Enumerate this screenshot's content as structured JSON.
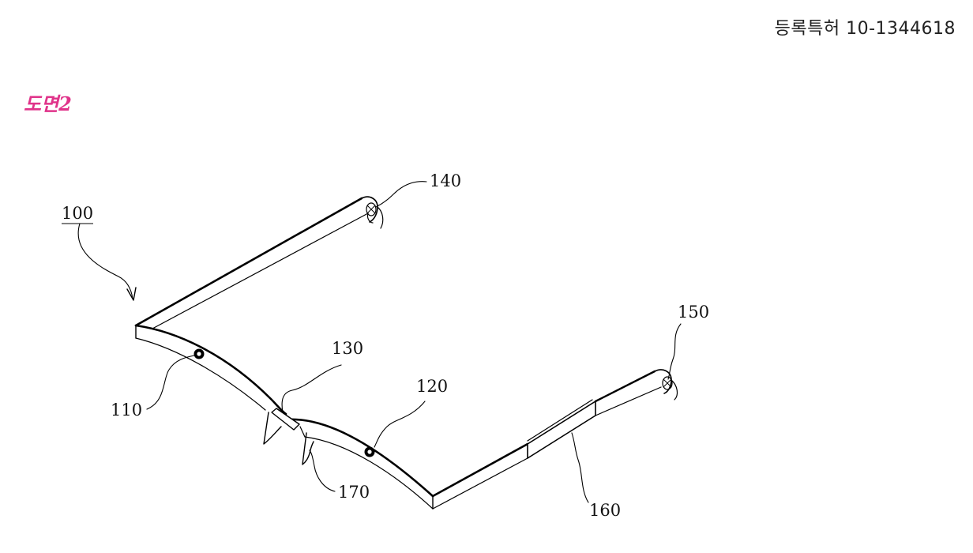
{
  "header": {
    "patent_number": "등록특허 10-1344618"
  },
  "drawing": {
    "title": "도면2",
    "title_color": "#e0338a"
  },
  "reference_numerals": {
    "device": "100",
    "left_sensor": "110",
    "right_sensor": "120",
    "bridge_part": "130",
    "left_temple_tip": "140",
    "right_temple_tip": "150",
    "battery_module": "160",
    "nose_pad": "170"
  }
}
